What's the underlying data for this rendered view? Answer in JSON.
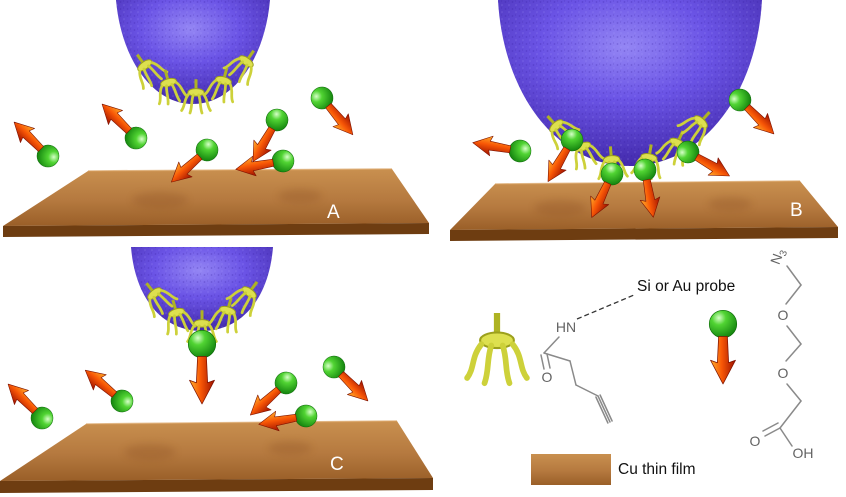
{
  "panels": [
    {
      "label": "A"
    },
    {
      "label": "B"
    },
    {
      "label": "C"
    }
  ],
  "legend": {
    "probe_label": "Si or Au probe",
    "film_label": "Cu thin film",
    "alkyne_amide": {
      "hn": "HN",
      "carbonyl_o": "O"
    },
    "azide_acid": {
      "n": "N",
      "subscript": "3",
      "ether_o1": "O",
      "ether_o2": "O",
      "acid_o": "O",
      "acid_oh": "OH"
    }
  },
  "colors": {
    "probe_purple": "#5a3fd6",
    "molecule_green": "#2db32a",
    "arrow_red": "#e23400",
    "copper": "#b5793f",
    "claw_yellow": "#cdd13a"
  }
}
